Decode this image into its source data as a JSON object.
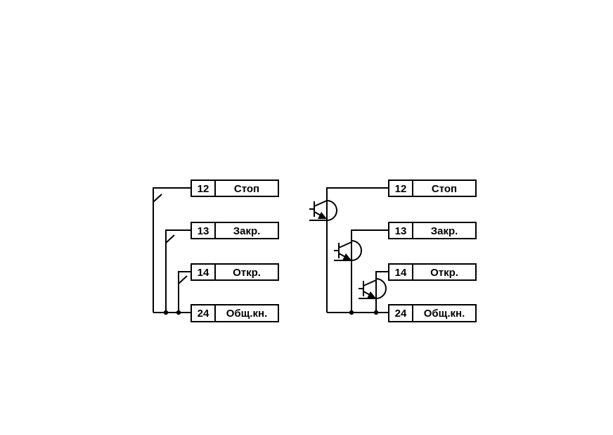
{
  "left_panel": {
    "title": "",
    "terminals": [
      {
        "num": "12",
        "label": "Стоп"
      },
      {
        "num": "13",
        "label": "Закр."
      },
      {
        "num": "14",
        "label": "Откр."
      },
      {
        "num": "24",
        "label": "Общ.кн."
      }
    ]
  },
  "right_panel": {
    "title": "",
    "terminals": [
      {
        "num": "12",
        "label": "Стоп"
      },
      {
        "num": "13",
        "label": "Закр."
      },
      {
        "num": "14",
        "label": "Откр."
      },
      {
        "num": "24",
        "label": "Общ.кн."
      }
    ]
  }
}
